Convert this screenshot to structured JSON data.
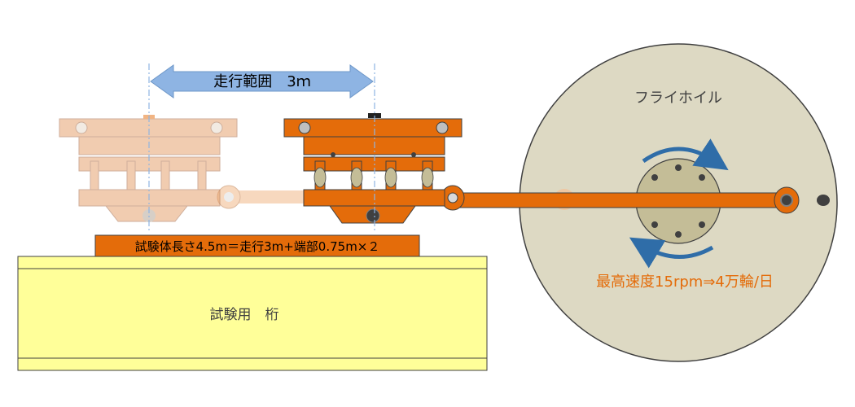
{
  "range_label": "走行範囲　3ｍ",
  "specimen_label": "試験体長さ4.5m＝走行3m+端部0.75m×２",
  "girder_label": "試験用　桁",
  "flywheel_label": "フライホイル",
  "speed_label": "最高速度15rpm⇒4万輪/日",
  "colors": {
    "orange": "#E46C0A",
    "orange_faded": "#F2C29A",
    "girder_fill": "#FFFF99",
    "wheel_fill": "#DDD9C3",
    "hub_fill": "#C4BD97",
    "arrow_blue": "#8EB4E3",
    "rotation_blue": "#2F6DA8",
    "speed_text": "#E46C0A"
  }
}
